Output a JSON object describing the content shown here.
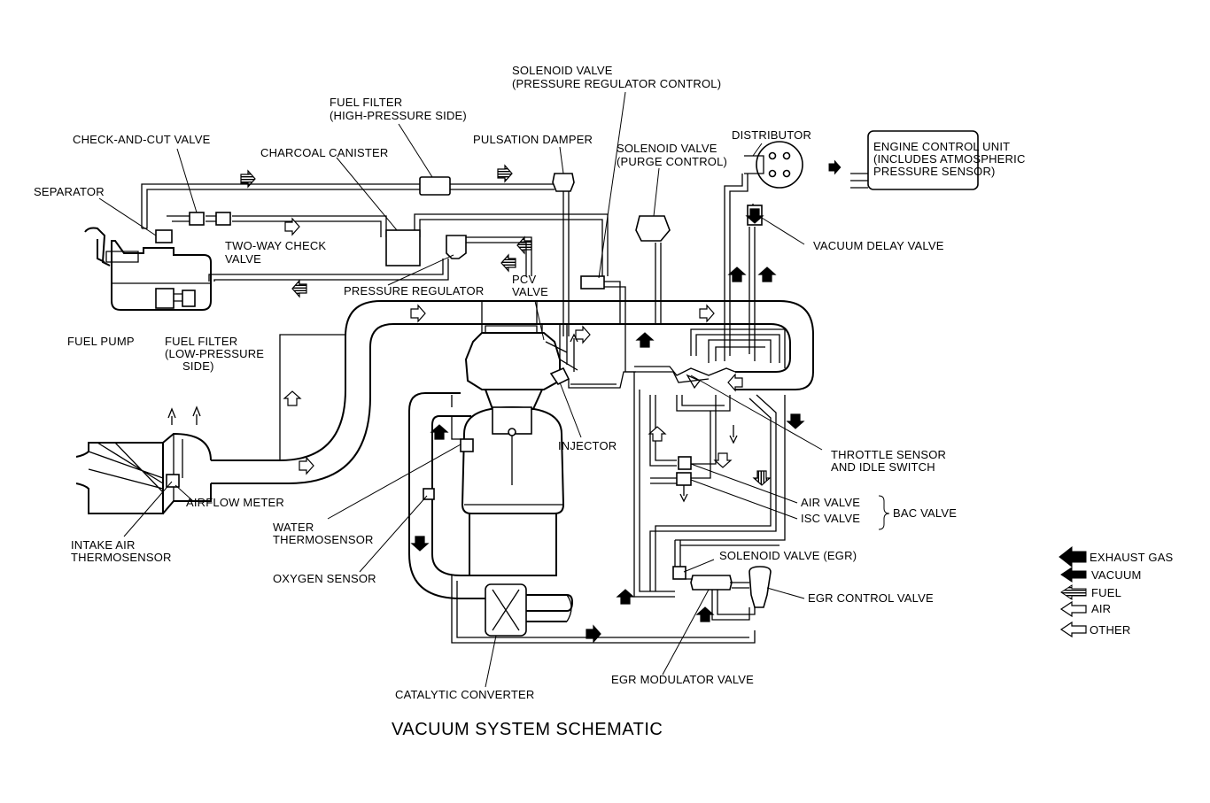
{
  "title": "VACUUM SYSTEM SCHEMATIC",
  "labels": {
    "solenoid_pr_1": "SOLENOID VALVE",
    "solenoid_pr_2": "(PRESSURE REGULATOR CONTROL)",
    "fuel_filter_hp_1": "FUEL FILTER",
    "fuel_filter_hp_2": "(HIGH-PRESSURE SIDE)",
    "check_cut": "CHECK-AND-CUT VALVE",
    "charcoal": "CHARCOAL CANISTER",
    "pulsation": "PULSATION DAMPER",
    "solenoid_purge_1": "SOLENOID VALVE",
    "solenoid_purge_2": "(PURGE CONTROL)",
    "distributor": "DISTRIBUTOR",
    "ecu_1": "ENGINE CONTROL UNIT",
    "ecu_2": "(INCLUDES ATMOSPHERIC",
    "ecu_3": "PRESSURE SENSOR)",
    "separator": "SEPARATOR",
    "two_way_1": "TWO-WAY CHECK",
    "two_way_2": "VALVE",
    "vacuum_delay": "VACUUM DELAY VALVE",
    "pressure_reg": "PRESSURE REGULATOR",
    "pcv_1": "PCV",
    "pcv_2": "VALVE",
    "fuel_pump": "FUEL PUMP",
    "fuel_filter_lp_1": "FUEL FILTER",
    "fuel_filter_lp_2": "(LOW-PRESSURE",
    "fuel_filter_lp_3": "SIDE)",
    "injector": "INJECTOR",
    "throttle_1": "THROTTLE SENSOR",
    "throttle_2": "AND IDLE SWITCH",
    "airflow": "AIRFLOW METER",
    "air_valve": "AIR VALVE",
    "isc_valve": "ISC VALVE",
    "bac_valve": "BAC VALVE",
    "intake_1": "INTAKE AIR",
    "intake_2": "THERMOSENSOR",
    "water_1": "WATER",
    "water_2": "THERMOSENSOR",
    "oxygen": "OXYGEN SENSOR",
    "solenoid_egr": "SOLENOID VALVE (EGR)",
    "egr_control": "EGR CONTROL VALVE",
    "catalytic": "CATALYTIC CONVERTER",
    "egr_modulator": "EGR MODULATOR VALVE"
  },
  "legend": [
    {
      "label": "EXHAUST GAS",
      "icon": "solid-arrow-large"
    },
    {
      "label": "VACUUM",
      "icon": "solid-arrow"
    },
    {
      "label": "FUEL",
      "icon": "striped-arrow"
    },
    {
      "label": "AIR",
      "icon": "hollow-arrow"
    },
    {
      "label": "OTHER",
      "icon": "hollow-arrow"
    }
  ]
}
